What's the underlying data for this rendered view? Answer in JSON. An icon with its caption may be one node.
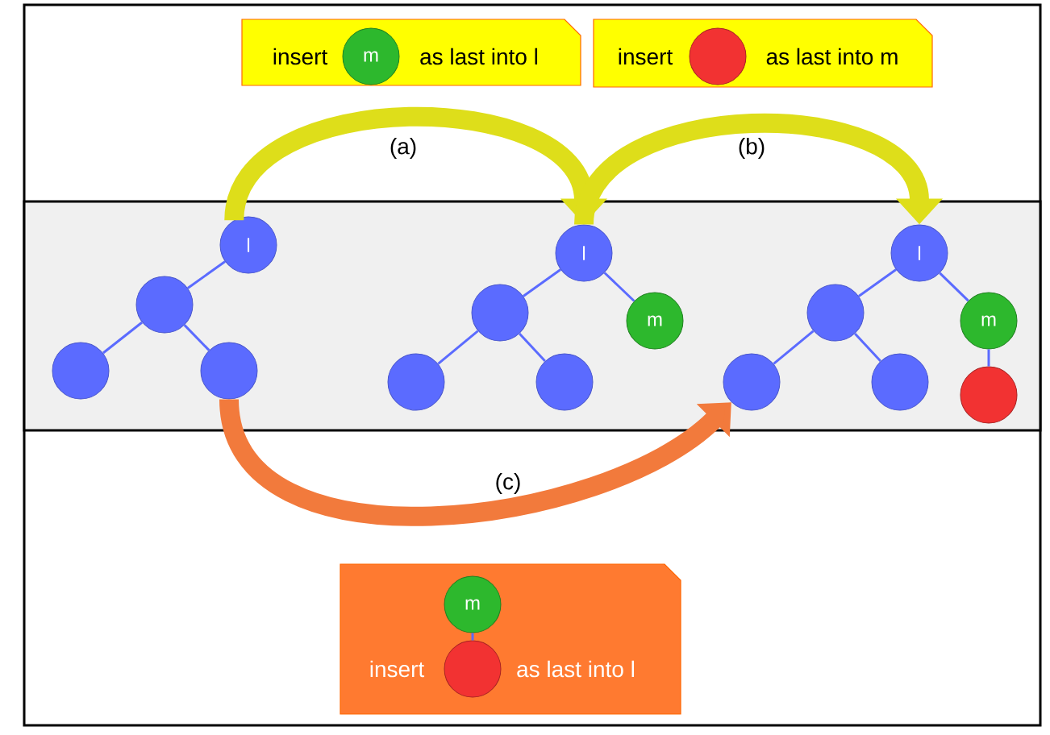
{
  "diagram": {
    "nodes": [
      {
        "text": [
          "insert",
          "as last into l"
        ]
      },
      {
        "text": [
          "m"
        ],
        "in": 0
      },
      {
        "text": [
          "insert",
          "as last into m"
        ]
      },
      {
        "text": [],
        "shape": "circle",
        "in": 2
      },
      {
        "text": [
          "insert",
          "as last into l"
        ]
      },
      {
        "text": [
          "m"
        ],
        "in": 4
      },
      {
        "text": [],
        "shape": "circle",
        "in": 4
      },
      {
        "text": [
          "l"
        ]
      },
      {
        "text": [],
        "shape": "circle"
      },
      {
        "text": [],
        "shape": "circle"
      },
      {
        "text": [],
        "shape": "circle"
      },
      {
        "text": [
          "l"
        ]
      },
      {
        "text": [],
        "shape": "circle"
      },
      {
        "text": [],
        "shape": "circle"
      },
      {
        "text": [],
        "shape": "circle"
      },
      {
        "text": [
          "m"
        ]
      },
      {
        "text": [
          "l"
        ]
      },
      {
        "text": [],
        "shape": "circle"
      },
      {
        "text": [],
        "shape": "circle"
      },
      {
        "text": [],
        "shape": "circle"
      },
      {
        "text": [
          "m"
        ]
      },
      {
        "text": [],
        "shape": "circle"
      }
    ],
    "edges": [
      {
        "from": 5,
        "to": 6,
        "arrow": "none"
      },
      {
        "from": 7,
        "to": 8,
        "arrow": "none"
      },
      {
        "from": 8,
        "to": 9,
        "arrow": "none"
      },
      {
        "from": 8,
        "to": 10,
        "arrow": "none"
      },
      {
        "from": 11,
        "to": 12,
        "arrow": "none"
      },
      {
        "from": 12,
        "to": 13,
        "arrow": "none"
      },
      {
        "from": 12,
        "to": 14,
        "arrow": "none"
      },
      {
        "from": 11,
        "to": 15,
        "arrow": "none"
      },
      {
        "from": 16,
        "to": 17,
        "arrow": "none"
      },
      {
        "from": 17,
        "to": 18,
        "arrow": "none"
      },
      {
        "from": 17,
        "to": 19,
        "arrow": "none"
      },
      {
        "from": 16,
        "to": 20,
        "arrow": "none"
      },
      {
        "from": 20,
        "to": 21,
        "arrow": "none"
      },
      {
        "from": 7,
        "to": 11,
        "arrow": "to",
        "label": "(a)",
        "style": "thick",
        "color": "#dede1a"
      },
      {
        "from": 11,
        "to": 16,
        "arrow": "to",
        "label": "(b)",
        "style": "thick",
        "color": "#dede1a"
      },
      {
        "from": 10,
        "to": 18,
        "arrow": "to",
        "label": "(c)",
        "style": "thick",
        "color": "#f27a3c"
      }
    ]
  }
}
